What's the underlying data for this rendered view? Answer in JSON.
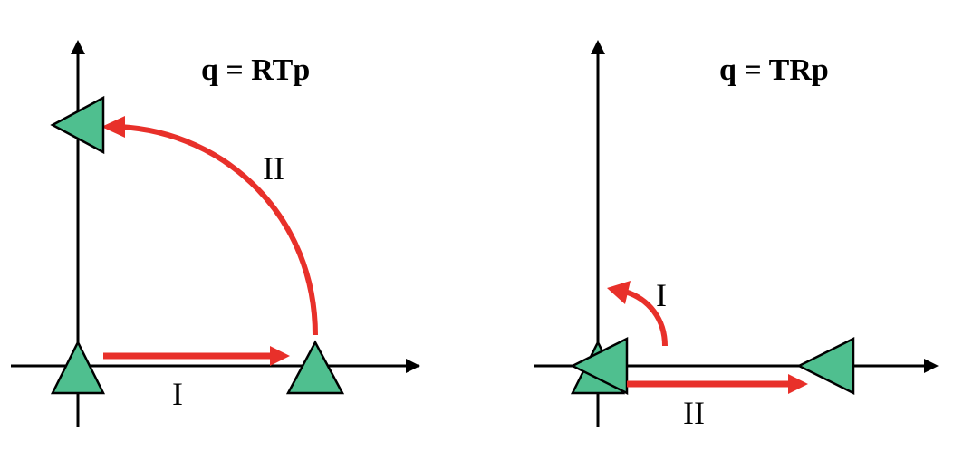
{
  "left_panel": {
    "formula": "q = RTp",
    "translation_label": "I",
    "rotation_label": "II"
  },
  "right_panel": {
    "formula": "q = TRp",
    "rotation_label": "I",
    "translation_label": "II"
  },
  "colors": {
    "axis": "#000000",
    "arrow": "#e8302a",
    "shape_fill": "#4fbf8f",
    "shape_stroke": "#000000"
  }
}
